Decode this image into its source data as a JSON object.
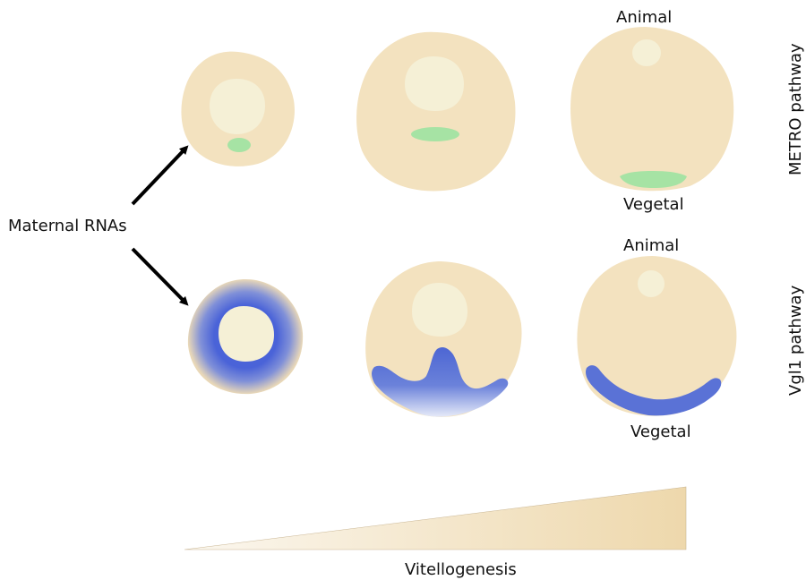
{
  "labels": {
    "maternal_rnas": "Maternal RNAs",
    "metro_pathway": "METRO pathway",
    "vg1_pathway": "Vgl1 pathway",
    "animal_top": "Animal",
    "vegetal_top": "Vegetal",
    "animal_bottom": "Animal",
    "vegetal_bottom": "Vegetal",
    "vitellogenesis": "Vitellogenesis"
  },
  "colors": {
    "cytoplasm": "#f3e2bf",
    "nucleus": "#f5f0d6",
    "metro_rna": "#a6e3a4",
    "vg1_rna": "#5a72d6",
    "arrow": "#000000"
  }
}
